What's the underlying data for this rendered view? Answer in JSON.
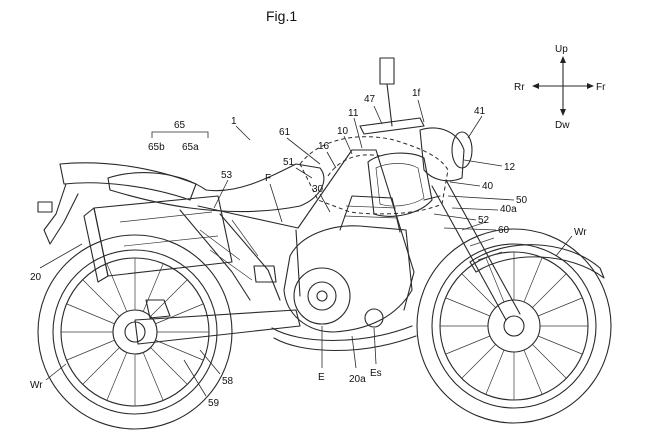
{
  "figure": {
    "title": "Fig.1",
    "direction": {
      "up": "Up",
      "down": "Dw",
      "front": "Fr",
      "rear": "Rr"
    },
    "labels": {
      "vehicle": "1",
      "handle": "1f",
      "body_cover": "10",
      "cover_11": "11",
      "cover_12": "12",
      "cover_16": "16",
      "seat_rail": "20",
      "swingarm_pivot": "20a",
      "fuel_tank": "30",
      "front_fork": "40",
      "front_fork_a": "40a",
      "headlight": "41",
      "grip": "47",
      "part_50": "50",
      "part_51": "51",
      "part_52": "52",
      "part_53": "53",
      "part_58": "58",
      "part_59": "59",
      "part_60": "60",
      "part_61": "61",
      "group_65": "65",
      "part_65a": "65a",
      "part_65b": "65b",
      "engine": "E",
      "engine_shaft": "Es",
      "frame": "F",
      "rear_wheel": "Wr",
      "front_wheel": "Wr"
    }
  }
}
